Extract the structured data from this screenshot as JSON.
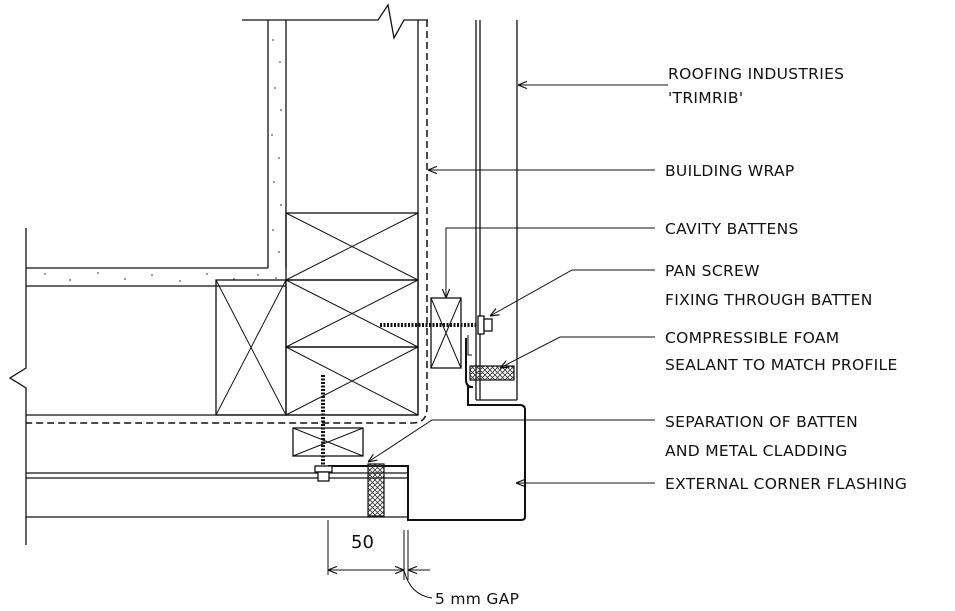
{
  "labels": {
    "roofing_line1": "ROOFING INDUSTRIES",
    "roofing_line2": "'TRIMRIB'",
    "building_wrap": "BUILDING WRAP",
    "cavity_battens": "CAVITY BATTENS",
    "pan_screw_line1": "PAN SCREW",
    "pan_screw_line2": "FIXING THROUGH BATTEN",
    "foam_line1": "COMPRESSIBLE FOAM",
    "foam_line2": "SEALANT TO MATCH PROFILE",
    "separation_line1": "SEPARATION OF BATTEN",
    "separation_line2": "AND METAL CLADDING",
    "corner_flashing": "EXTERNAL CORNER FLASHING"
  },
  "dimensions": {
    "width_value": "50",
    "gap_label": "5 mm GAP"
  }
}
